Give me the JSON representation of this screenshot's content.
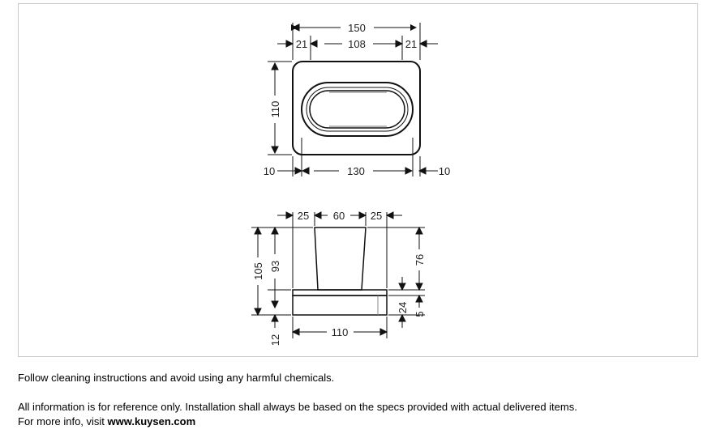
{
  "diagram": {
    "top_view": {
      "overall_width": "150",
      "inner_width": "108",
      "left_margin": "21",
      "right_margin": "21",
      "height": "110",
      "bottom_width": "130",
      "left_offset": "10",
      "right_offset": "10"
    },
    "side_view": {
      "left_margin": "25",
      "cup_width": "60",
      "right_margin": "25",
      "total_height": "105",
      "cup_height": "93",
      "base_offset": "12",
      "cup_visible_height": "76",
      "base_height": "24",
      "plate_height": "5",
      "base_width": "110"
    }
  },
  "notes": {
    "cleaning": "Follow cleaning instructions and avoid using any harmful chemicals.",
    "reference": "All information is for reference only. Installation shall always be based on the specs provided with actual delivered items.",
    "more_info_prefix": "For more info, visit ",
    "website": "www.kuysen.com"
  }
}
